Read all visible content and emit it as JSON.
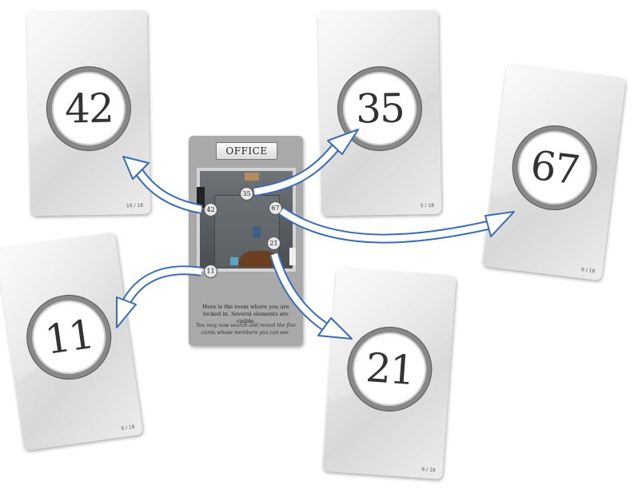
{
  "cards": [
    {
      "id": "card-42",
      "number": "42",
      "page": "10 / 18"
    },
    {
      "id": "card-35",
      "number": "35",
      "page": "5 / 18"
    },
    {
      "id": "card-67",
      "number": "67",
      "page": "6 / 18"
    },
    {
      "id": "card-11",
      "number": "11",
      "page": "6 / 18"
    },
    {
      "id": "card-21",
      "number": "21",
      "page": "6 / 18"
    }
  ],
  "office": {
    "title": "OFFICE",
    "tokens": [
      "35",
      "42",
      "67",
      "21",
      "11"
    ],
    "text_main": "Here is the room where you are locked in. Several elements are visible.",
    "text_italic": "You may now search and reveal the five cards whose members you can see."
  },
  "colors": {
    "arrow_stroke": "#3a6cb5",
    "arrow_fill": "#ffffff",
    "office_card": "#a9a9a9"
  }
}
